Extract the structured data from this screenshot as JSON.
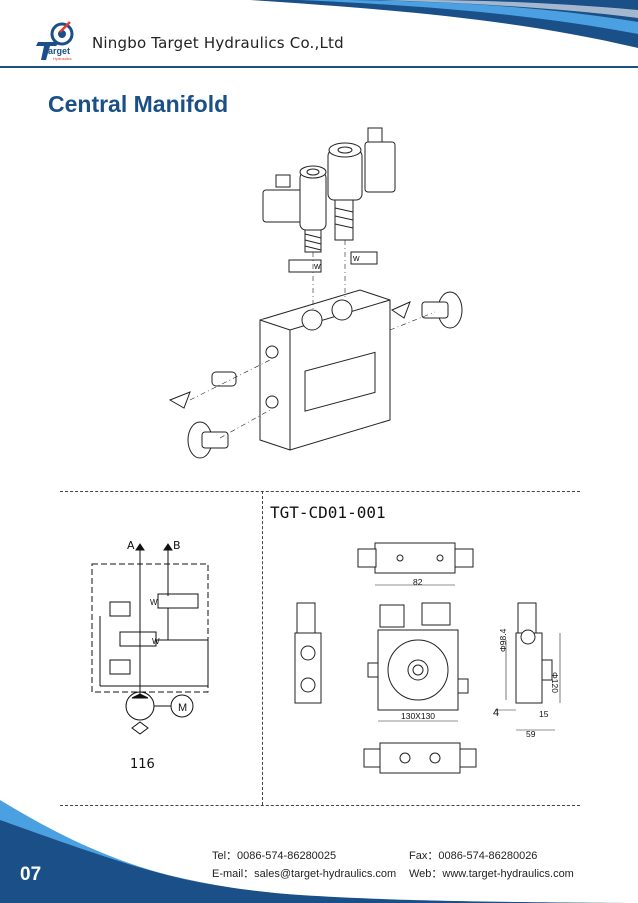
{
  "header": {
    "company_name": "Ningbo Target Hydraulics Co.,Ltd",
    "logo_text": "Target",
    "logo_subtext": "Hydraulics",
    "brand_color": "#1a4f88",
    "accent_color": "#2a7fd0"
  },
  "page": {
    "title": "Central Manifold",
    "model_code": "TGT-CD01-001",
    "page_number": "07"
  },
  "schematic": {
    "port_a": "A",
    "port_b": "B",
    "valve_w_1": "W",
    "valve_w_2": "W",
    "code": "116"
  },
  "dimensions": {
    "width_82": "82",
    "size_130": "130X130",
    "phi_84": "Φ98.4",
    "phi_120": "Φ120",
    "d4": "4",
    "d15": "15",
    "d59": "59"
  },
  "exploded_labels": {
    "valve_1": "W",
    "valve_2": "W"
  },
  "footer": {
    "tel": "Tel：0086-574-86280025",
    "fax": "Fax：0086-574-86280026",
    "email": "E-mail：sales@target-hydraulics.com",
    "web": "Web：www.target-hydraulics.com"
  }
}
